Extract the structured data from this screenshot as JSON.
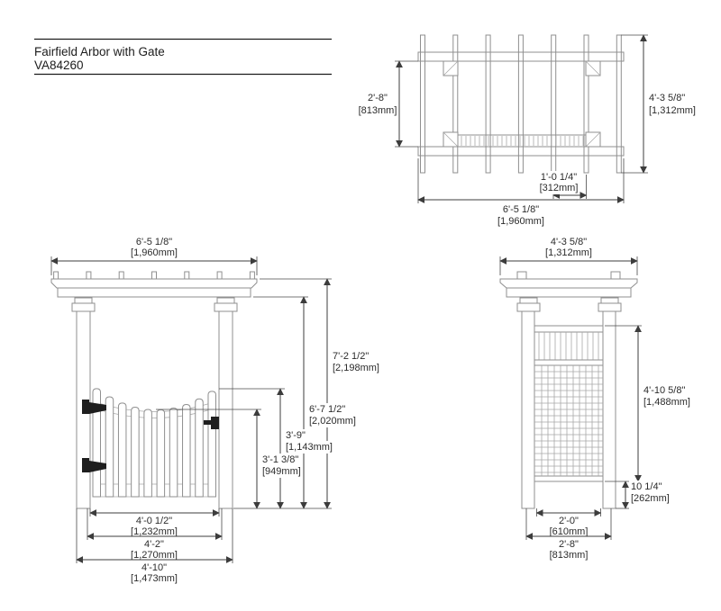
{
  "title": {
    "product": "Fairfield Arbor with Gate",
    "sku": "VA84260"
  },
  "dims": {
    "top_depth_inner": {
      "ft": "2'-8\"",
      "mm": "[813mm]"
    },
    "top_depth_full": {
      "ft": "4'-3 5/8\"",
      "mm": "[1,312mm]"
    },
    "top_rafter_spacing": {
      "ft": "1'-0 1/4\"",
      "mm": "[312mm]"
    },
    "top_width_full": {
      "ft": "6'-5 1/8\"",
      "mm": "[1,960mm]"
    },
    "front_width_top": {
      "ft": "6'-5 1/8\"",
      "mm": "[1,960mm]"
    },
    "front_height_total": {
      "ft": "7'-2 1/2\"",
      "mm": "[2,198mm]"
    },
    "front_height_clear": {
      "ft": "6'-7 1/2\"",
      "mm": "[2,020mm]"
    },
    "front_gate_high": {
      "ft": "3'-9\"",
      "mm": "[1,143mm]"
    },
    "front_gate_low": {
      "ft": "3'-1 3/8\"",
      "mm": "[949mm]"
    },
    "front_gate_width": {
      "ft": "4'-0 1/2\"",
      "mm": "[1,232mm]"
    },
    "front_width_mid": {
      "ft": "4'-2\"",
      "mm": "[1,270mm]"
    },
    "front_width_outer": {
      "ft": "4'-10\"",
      "mm": "[1,473mm]"
    },
    "side_width_top": {
      "ft": "4'-3 5/8\"",
      "mm": "[1,312mm]"
    },
    "side_panel_height": {
      "ft": "4'-10 5/8\"",
      "mm": "[1,488mm]"
    },
    "side_bottom_gap": {
      "ft": "10 1/4\"",
      "mm": "[262mm]"
    },
    "side_width_inner": {
      "ft": "2'-0\"",
      "mm": "[610mm]"
    },
    "side_width_outer": {
      "ft": "2'-8\"",
      "mm": "[813mm]"
    }
  }
}
